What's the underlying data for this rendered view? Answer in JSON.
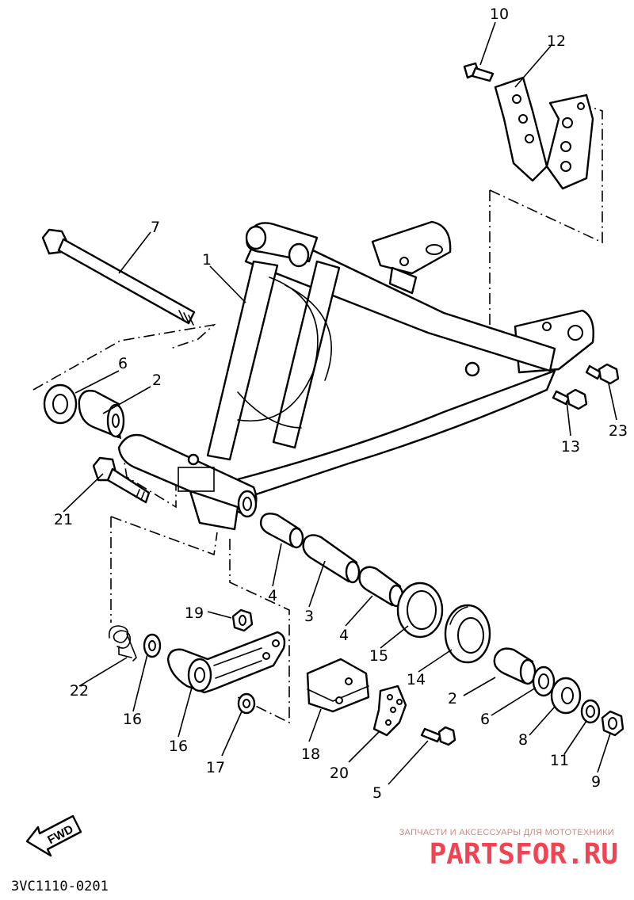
{
  "diagram_code": "3VC1110-0201",
  "fwd_label": "FWD",
  "watermark": {
    "tagline": "ЗАПЧАСТИ И АКСЕССУАРЫ ДЛЯ МОТОТЕХНИКИ",
    "brand": "PARTSFOR.RU"
  },
  "callouts": [
    {
      "id": "c1",
      "number": "1"
    },
    {
      "id": "c2a",
      "number": "2"
    },
    {
      "id": "c2b",
      "number": "2"
    },
    {
      "id": "c3",
      "number": "3"
    },
    {
      "id": "c4a",
      "number": "4"
    },
    {
      "id": "c4b",
      "number": "4"
    },
    {
      "id": "c5",
      "number": "5"
    },
    {
      "id": "c6a",
      "number": "6"
    },
    {
      "id": "c6b",
      "number": "6"
    },
    {
      "id": "c7",
      "number": "7"
    },
    {
      "id": "c8",
      "number": "8"
    },
    {
      "id": "c9",
      "number": "9"
    },
    {
      "id": "c10",
      "number": "10"
    },
    {
      "id": "c11",
      "number": "11"
    },
    {
      "id": "c12",
      "number": "12"
    },
    {
      "id": "c13",
      "number": "13"
    },
    {
      "id": "c14",
      "number": "14"
    },
    {
      "id": "c15",
      "number": "15"
    },
    {
      "id": "c16a",
      "number": "16"
    },
    {
      "id": "c16b",
      "number": "16"
    },
    {
      "id": "c17",
      "number": "17"
    },
    {
      "id": "c18",
      "number": "18"
    },
    {
      "id": "c19",
      "number": "19"
    },
    {
      "id": "c20",
      "number": "20"
    },
    {
      "id": "c21",
      "number": "21"
    },
    {
      "id": "c22",
      "number": "22"
    },
    {
      "id": "c23",
      "number": "23"
    }
  ]
}
